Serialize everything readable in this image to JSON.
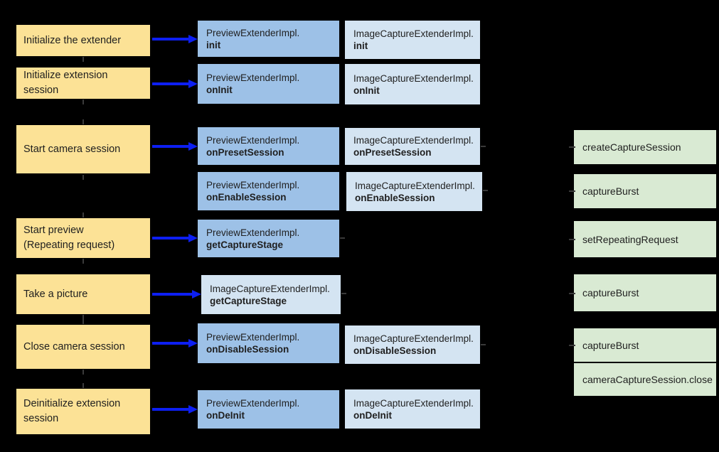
{
  "colors": {
    "background": "#000000",
    "step_fill": "#fce296",
    "preview_fill": "#9dc1e7",
    "image_capture_fill": "#d4e4f2",
    "camera2_fill": "#d9ead3",
    "arrow": "#0d1ff2",
    "text": "#1f1f1f"
  },
  "rows": [
    {
      "label": "Initialize the extender",
      "preview": {
        "line1": "PreviewExtenderImpl.",
        "line2": "init"
      },
      "image_capture": {
        "line1": "ImageCaptureExtenderImpl.",
        "line2": "init"
      }
    },
    {
      "label_line1": "Initialize extension",
      "label_line2": "session",
      "preview": {
        "line1": "PreviewExtenderImpl.",
        "line2": "onInit"
      },
      "image_capture": {
        "line1": "ImageCaptureExtenderImpl.",
        "line2": "onInit"
      }
    },
    {
      "label": "Start camera session",
      "preview": {
        "line1": "PreviewExtenderImpl.",
        "line2": "onPresetSession"
      },
      "image_capture": {
        "line1": "ImageCaptureExtenderImpl.",
        "line2": "onPresetSession"
      },
      "camera2": "createCaptureSession",
      "preview_b": {
        "line1": "PreviewExtenderImpl.",
        "line2": "onEnableSession"
      },
      "image_capture_b": {
        "line1": "ImageCaptureExtenderImpl.",
        "line2": "onEnableSession"
      },
      "camera2_b": "captureBurst"
    },
    {
      "label_line1": "Start preview",
      "label_line2": "(Repeating request)",
      "preview": {
        "line1": "PreviewExtenderImpl.",
        "line2": "getCaptureStage"
      },
      "camera2": "setRepeatingRequest"
    },
    {
      "label": "Take a picture",
      "image_capture": {
        "line1": "ImageCaptureExtenderImpl.",
        "line2": "getCaptureStage"
      },
      "camera2": "captureBurst"
    },
    {
      "label": "Close camera session",
      "preview": {
        "line1": "PreviewExtenderImpl.",
        "line2": "onDisableSession"
      },
      "image_capture": {
        "line1": "ImageCaptureExtenderImpl.",
        "line2": "onDisableSession"
      },
      "camera2": "captureBurst",
      "camera2_b": "cameraCaptureSession.close"
    },
    {
      "label_line1": "Deinitialize extension",
      "label_line2": "session",
      "preview": {
        "line1": "PreviewExtenderImpl.",
        "line2": "onDeInit"
      },
      "image_capture": {
        "line1": "ImageCaptureExtenderImpl.",
        "line2": "onDeInit"
      }
    }
  ]
}
